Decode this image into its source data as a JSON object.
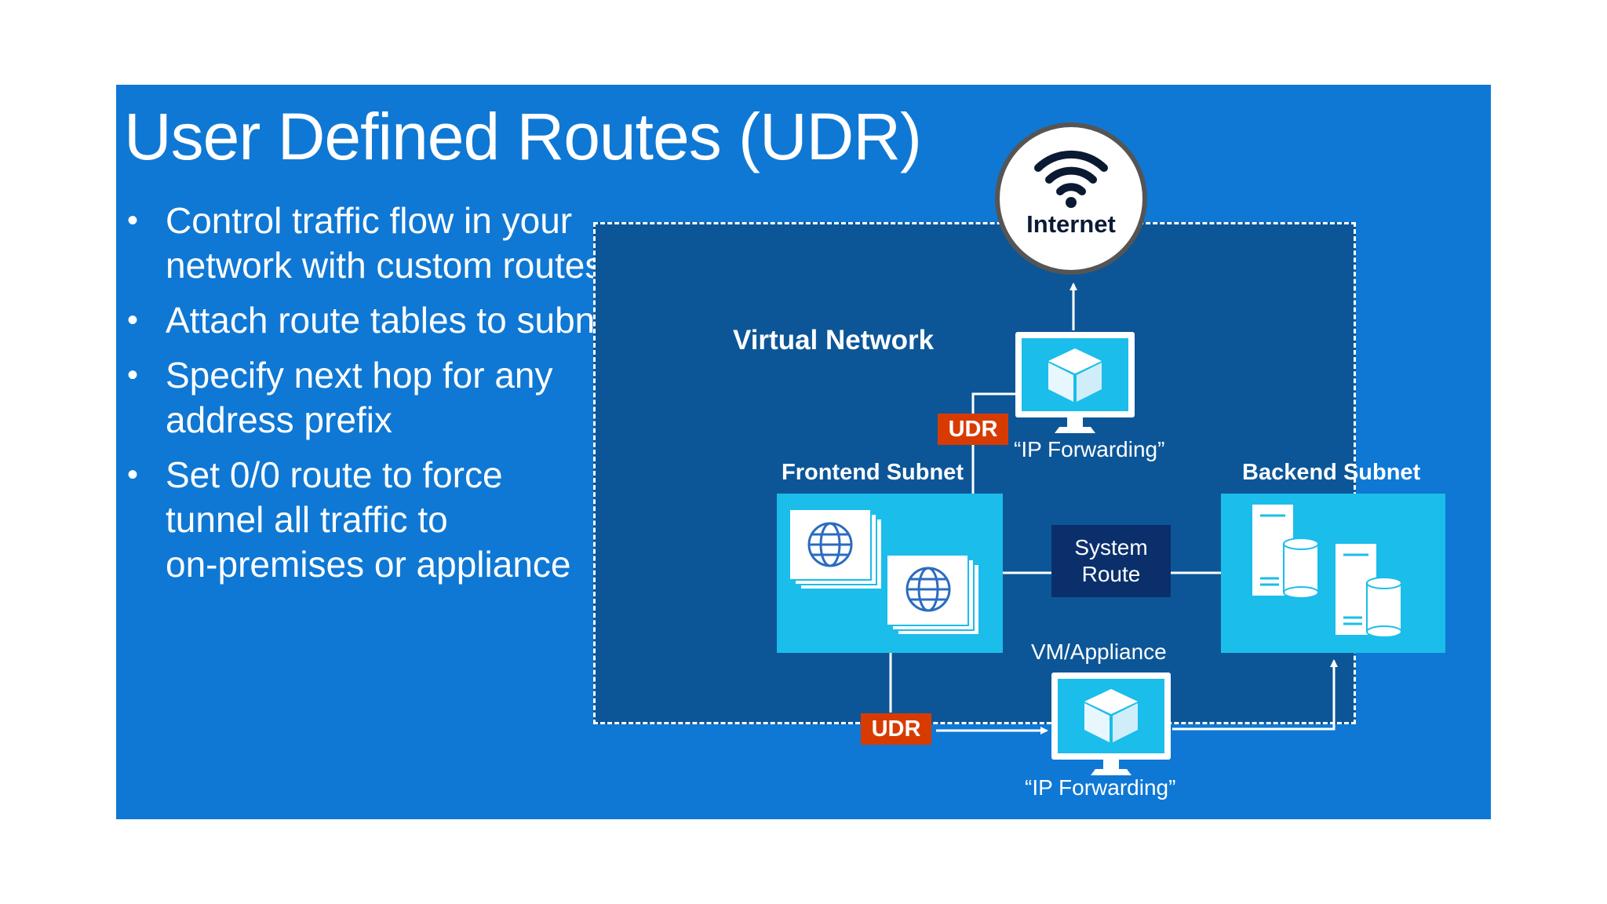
{
  "slide": {
    "title": "User Defined Routes (UDR)",
    "bullets": [
      {
        "line1": "Control traffic flow in your",
        "line2": "network with custom routes"
      },
      {
        "line1": "Attach route tables to subnets",
        "line2": ""
      },
      {
        "line1": "Specify next hop for any",
        "line2": "address prefix"
      },
      {
        "line1": "Set 0/0 route to force",
        "line2": "tunnel all traffic to",
        "line3": "on-premises or appliance"
      }
    ],
    "bullet_char": "•"
  },
  "diagram": {
    "internet_label": "Internet",
    "virtual_network_label": "Virtual Network",
    "frontend_subnet_label": "Frontend Subnet",
    "backend_subnet_label": "Backend Subnet",
    "system_route_line1": "System",
    "system_route_line2": "Route",
    "udr_top": "UDR",
    "udr_bottom": "UDR",
    "ip_forwarding_top": "“IP Forwarding”",
    "ip_forwarding_bottom": "“IP Forwarding”",
    "vm_appliance_label": "VM/Appliance",
    "icons": [
      "wifi-icon",
      "vm-cube-icon",
      "globe-icon",
      "server-icon",
      "database-icon"
    ]
  },
  "colors": {
    "slide_background": "#0f78d4",
    "vnet_background": "#0c5697",
    "subnet_fill": "#1bbdea",
    "udr_badge": "#d83b01",
    "system_route": "#0b2f6b"
  }
}
